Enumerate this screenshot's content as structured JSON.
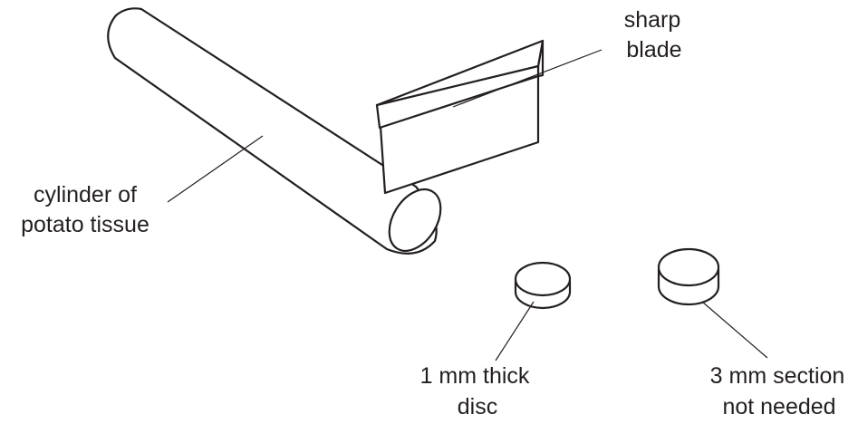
{
  "labels": {
    "blade_line1": "sharp",
    "blade_line2": "blade",
    "cylinder_line1": "cylinder of",
    "cylinder_line2": "potato tissue",
    "disc1_line1": "1 mm thick",
    "disc1_line2": "disc",
    "disc2_line1": "3 mm section",
    "disc2_line2": "not needed"
  },
  "colors": {
    "ink": "#231f20",
    "background": "#ffffff"
  }
}
